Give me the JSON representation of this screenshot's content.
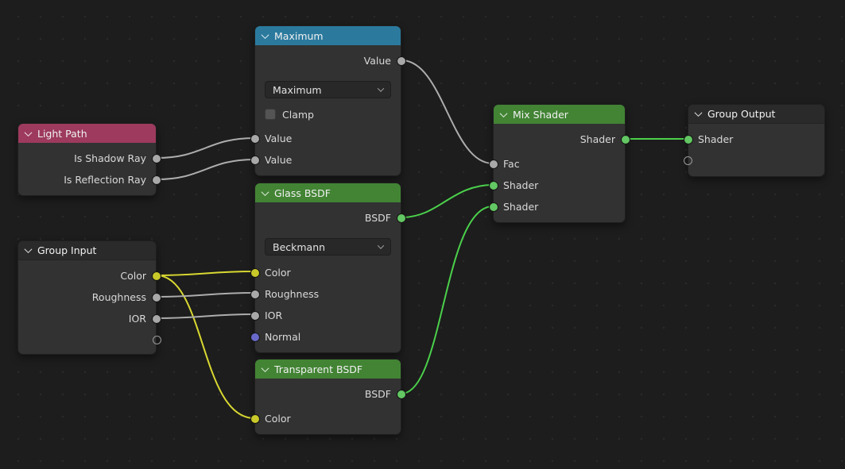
{
  "editor": {
    "type": "blender-shader-node-editor",
    "background": "#1d1d1d",
    "grid_dot_color": "#2a2a2a"
  },
  "colors": {
    "node_body": "#323232",
    "header_input": "#9d3a5d",
    "header_converter": "#2b7a9e",
    "header_shader": "#428434",
    "header_group": "#2a2a2a",
    "socket_gray": "#a8a8a8",
    "socket_shader_green": "#63c763",
    "socket_color_yellow": "#c9c929",
    "socket_vector_purple": "#6969c9",
    "wire_gray": "#adadad",
    "wire_yellow": "#d8d832",
    "wire_green": "#4bd14b"
  },
  "nodes": {
    "light_path": {
      "title": "Light Path",
      "outputs": [
        "Is Shadow Ray",
        "Is Reflection Ray"
      ]
    },
    "maximum": {
      "title": "Maximum",
      "outputs": [
        "Value"
      ],
      "operation": "Maximum",
      "clamp_label": "Clamp",
      "clamp_checked": false,
      "inputs": [
        "Value",
        "Value"
      ]
    },
    "group_input": {
      "title": "Group Input",
      "outputs": [
        "Color",
        "Roughness",
        "IOR"
      ]
    },
    "glass": {
      "title": "Glass BSDF",
      "outputs": [
        "BSDF"
      ],
      "distribution": "Beckmann",
      "inputs": [
        "Color",
        "Roughness",
        "IOR",
        "Normal"
      ]
    },
    "transparent": {
      "title": "Transparent BSDF",
      "outputs": [
        "BSDF"
      ],
      "inputs": [
        "Color"
      ]
    },
    "mix_shader": {
      "title": "Mix Shader",
      "outputs": [
        "Shader"
      ],
      "inputs": [
        "Fac",
        "Shader",
        "Shader"
      ]
    },
    "group_output": {
      "title": "Group Output",
      "inputs": [
        "Shader"
      ]
    }
  },
  "links": [
    {
      "from": "Light Path.Is Shadow Ray",
      "to": "Maximum.Value[0]",
      "color": "gray"
    },
    {
      "from": "Light Path.Is Reflection Ray",
      "to": "Maximum.Value[1]",
      "color": "gray"
    },
    {
      "from": "Maximum.Value",
      "to": "Mix Shader.Fac",
      "color": "gray"
    },
    {
      "from": "Group Input.Color",
      "to": "Glass BSDF.Color",
      "color": "yellow"
    },
    {
      "from": "Group Input.Color",
      "to": "Transparent BSDF.Color",
      "color": "yellow"
    },
    {
      "from": "Group Input.Roughness",
      "to": "Glass BSDF.Roughness",
      "color": "gray"
    },
    {
      "from": "Group Input.IOR",
      "to": "Glass BSDF.IOR",
      "color": "gray"
    },
    {
      "from": "Glass BSDF.BSDF",
      "to": "Mix Shader.Shader[0]",
      "color": "green"
    },
    {
      "from": "Transparent BSDF.BSDF",
      "to": "Mix Shader.Shader[1]",
      "color": "green"
    },
    {
      "from": "Mix Shader.Shader",
      "to": "Group Output.Shader",
      "color": "green"
    }
  ]
}
